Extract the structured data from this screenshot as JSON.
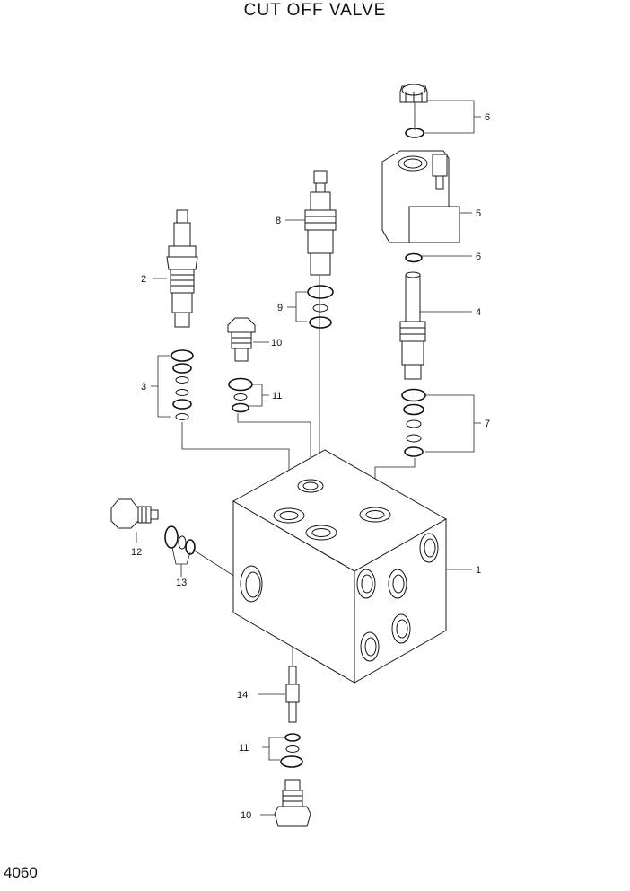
{
  "title": "CUT OFF VALVE",
  "page_number": "4060",
  "callouts": {
    "c1": "1",
    "c2": "2",
    "c3": "3",
    "c4": "4",
    "c5": "5",
    "c6a": "6",
    "c6b": "6",
    "c7": "7",
    "c8": "8",
    "c9": "9",
    "c10a": "10",
    "c10b": "10",
    "c11a": "11",
    "c11b": "11",
    "c12": "12",
    "c13": "13",
    "c14": "14"
  }
}
